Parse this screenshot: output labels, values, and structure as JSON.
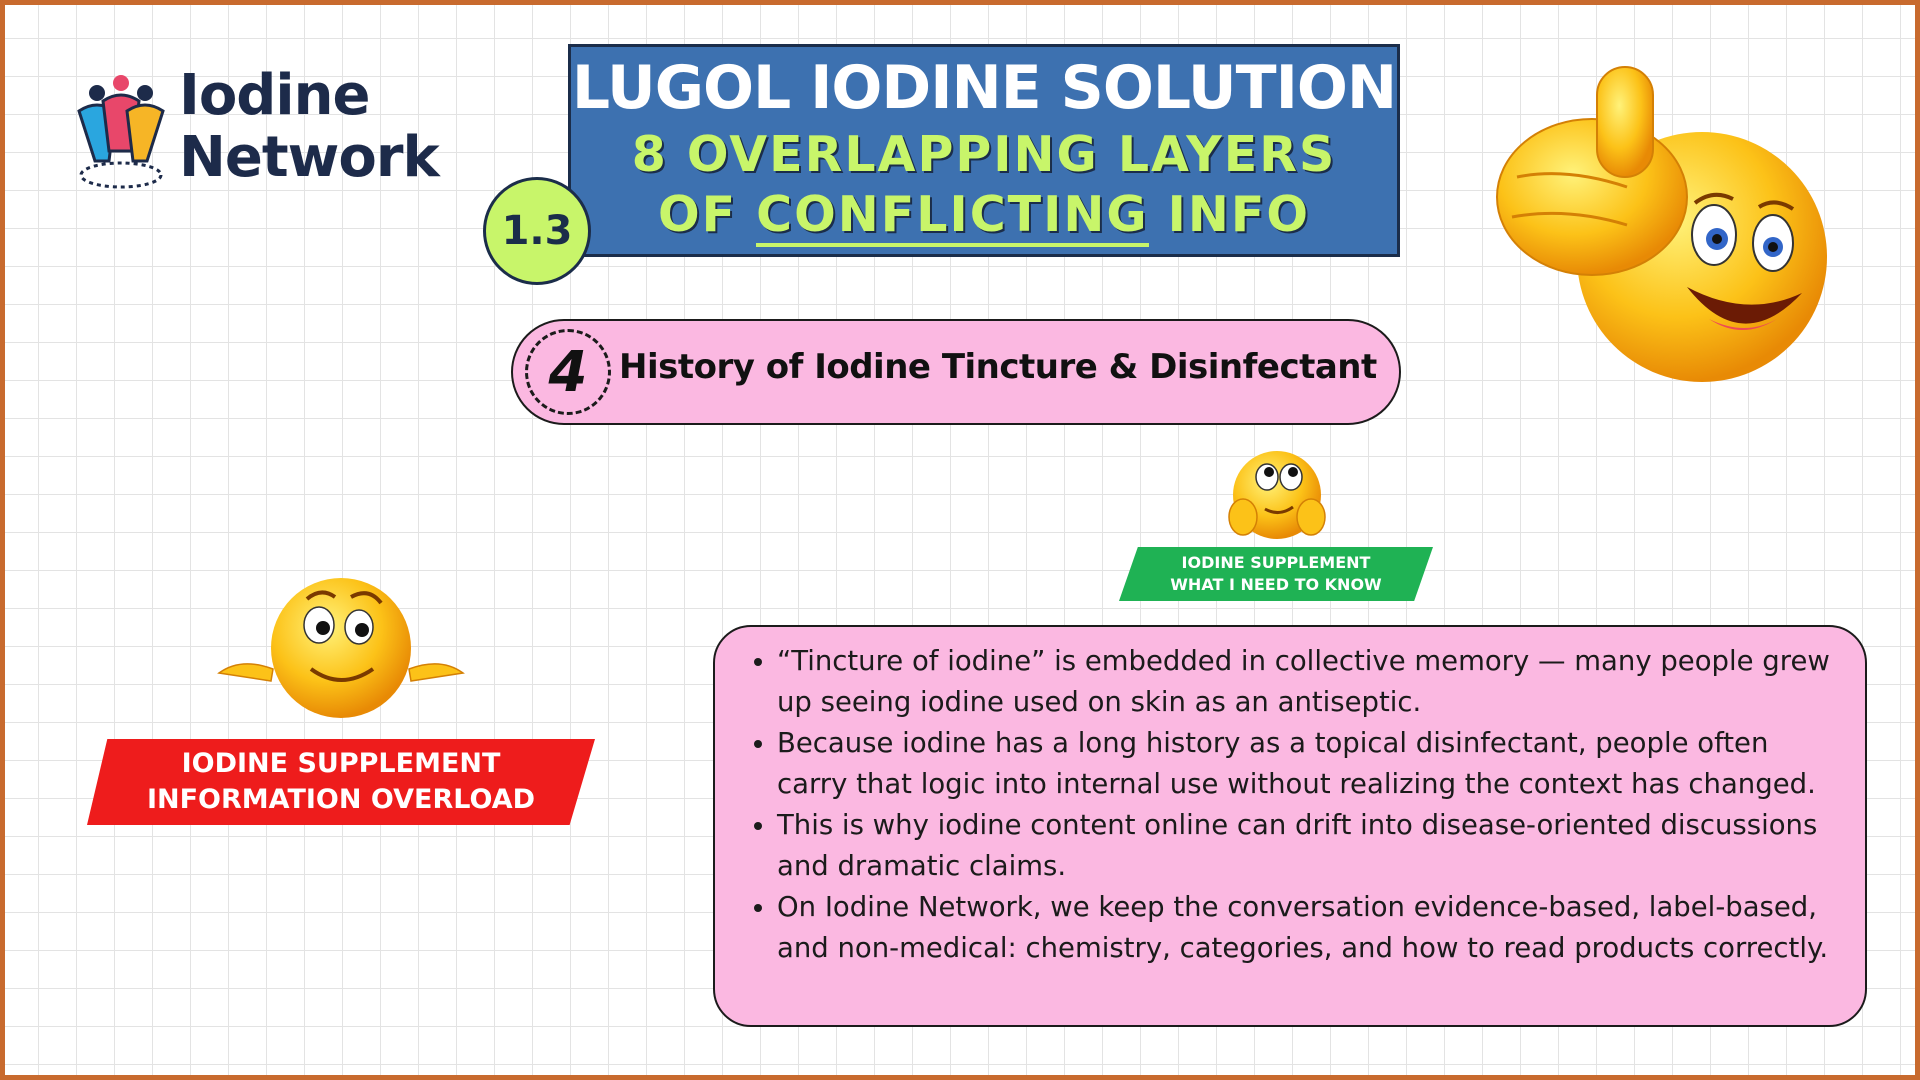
{
  "logo": {
    "line1": "Iodine",
    "line2": "Network"
  },
  "title": {
    "line1": "LUGOL IODINE SOLUTION",
    "line2": "8 OVERLAPPING LAYERS",
    "line3_prefix": "OF ",
    "line3_underlined": "CONFLICTING",
    "line3_suffix": " INFO"
  },
  "badge": "1.3",
  "section": {
    "number": "4",
    "title": "History of Iodine Tincture & Disinfectant"
  },
  "tag_green": {
    "line1": "IODINE SUPPLEMENT",
    "line2": "WHAT I NEED TO KNOW"
  },
  "tag_red": {
    "line1": "IODINE SUPPLEMENT",
    "line2": "INFORMATION OVERLOAD"
  },
  "bullets": [
    "“Tincture of iodine” is embedded in collective memory — many people grew up seeing iodine used on skin as an antiseptic.",
    "Because iodine has a long history as a topical disinfectant, people often carry that logic into internal use without realizing the context has changed.",
    "This is why iodine content online can drift into disease-oriented discussions and dramatic claims.",
    "On Iodine Network, we keep the conversation evidence-based, label-based, and non-medical: chemistry, categories, and how to read products correctly."
  ],
  "colors": {
    "accent_blue": "#3d71b0",
    "accent_lime": "#c8f56a",
    "pink": "#fbb8e1",
    "red": "#ee1c1c",
    "green": "#1fb254",
    "frame": "#c86a2e"
  },
  "icons": [
    "iodine-network-logo-icon",
    "thumbs-up-emoji-icon",
    "thinking-emoji-icon",
    "shrug-emoji-icon"
  ]
}
